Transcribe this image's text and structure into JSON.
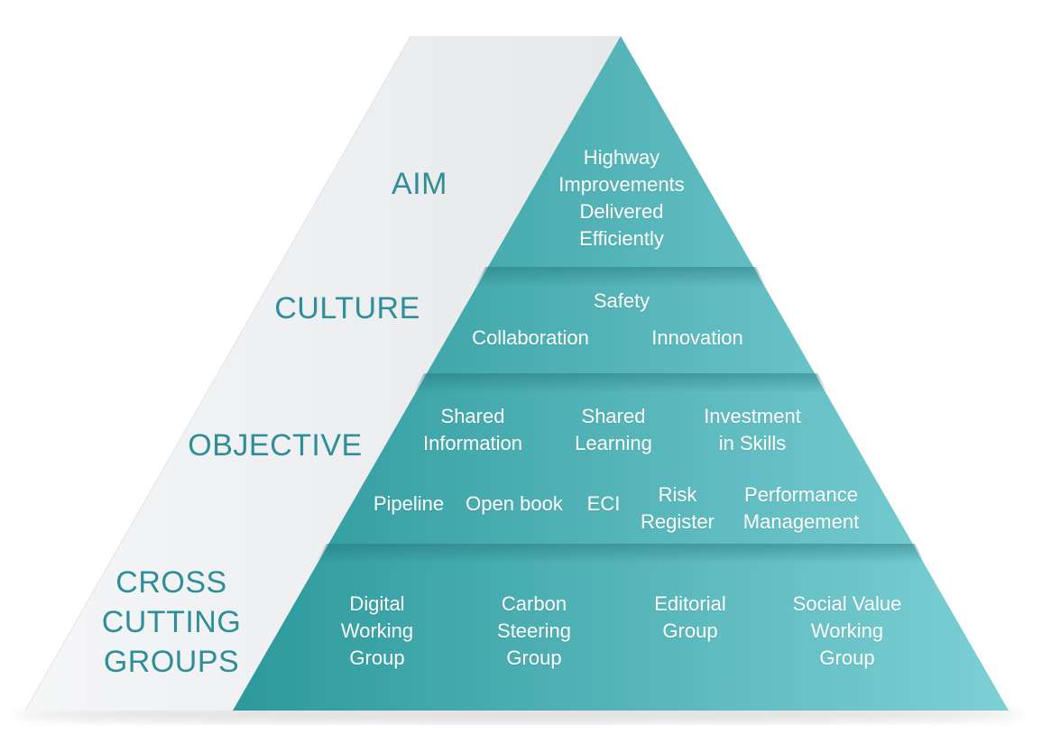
{
  "levels": {
    "aim": {
      "label": "AIM",
      "items": [
        "Highway\nImprovements\nDelivered\nEfficiently"
      ]
    },
    "culture": {
      "label": "CULTURE",
      "items": [
        "Safety",
        "Collaboration",
        "Innovation"
      ]
    },
    "objective": {
      "label": "OBJECTIVE",
      "items": [
        "Shared\nInformation",
        "Shared\nLearning",
        "Investment\nin Skills",
        "Pipeline",
        "Open book",
        "ECI",
        "Risk\nRegister",
        "Performance\nManagement"
      ]
    },
    "cross": {
      "label": "CROSS\nCUTTING\nGROUPS",
      "items": [
        "Digital\nWorking\nGroup",
        "Carbon\nSteering\nGroup",
        "Editorial\nGroup",
        "Social Value\nWorking\nGroup"
      ]
    }
  },
  "colors": {
    "teal_dark": "#2c999c",
    "teal_light": "#7dd0d5",
    "left_face": "#eeeff1",
    "label_text": "#2f8f98",
    "item_text": "#ffffff"
  }
}
